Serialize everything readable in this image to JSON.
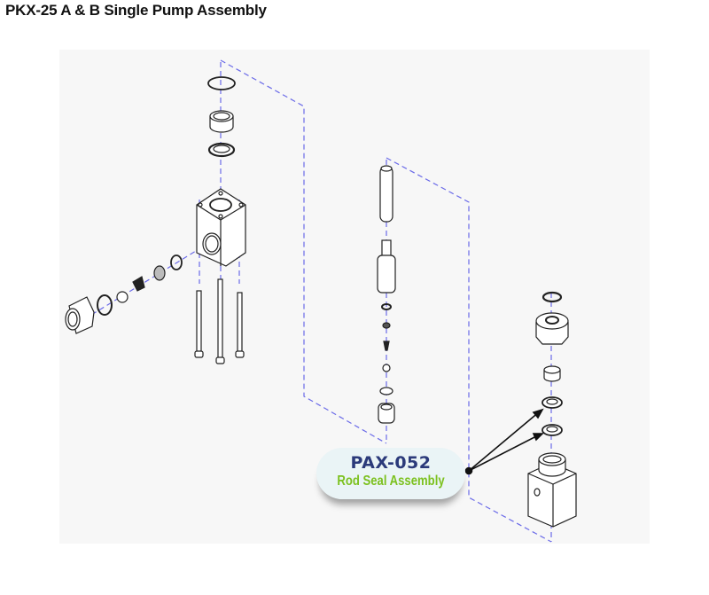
{
  "title": "PKX-25 A & B Single Pump Assembly",
  "callout": {
    "part_number": "PAX-052",
    "description": "Rod Seal Assembly"
  },
  "colors": {
    "callout_code": "#2b3a7a",
    "callout_desc": "#7cc11f",
    "centerline": "#6a6ae8",
    "line_art": "#222222"
  },
  "diagram": {
    "groups": [
      {
        "name": "pump-body-group",
        "parts": [
          "retaining-ring",
          "bushing",
          "seal",
          "pump-body-block",
          "tie-bolt",
          "tie-bolt",
          "tie-bolt",
          "inlet-retainer-ring",
          "valve-seat",
          "valve-cone",
          "ball",
          "o-ring",
          "inlet-fitting"
        ]
      },
      {
        "name": "piston-group",
        "parts": [
          "piston-rod",
          "piston",
          "o-ring",
          "seat",
          "cone",
          "ball",
          "washer",
          "piston-valve-housing"
        ]
      },
      {
        "name": "cylinder-group",
        "parts": [
          "o-ring",
          "packing-nut",
          "spacer",
          "rod-seal",
          "rod-seal",
          "cylinder-block"
        ]
      }
    ]
  }
}
